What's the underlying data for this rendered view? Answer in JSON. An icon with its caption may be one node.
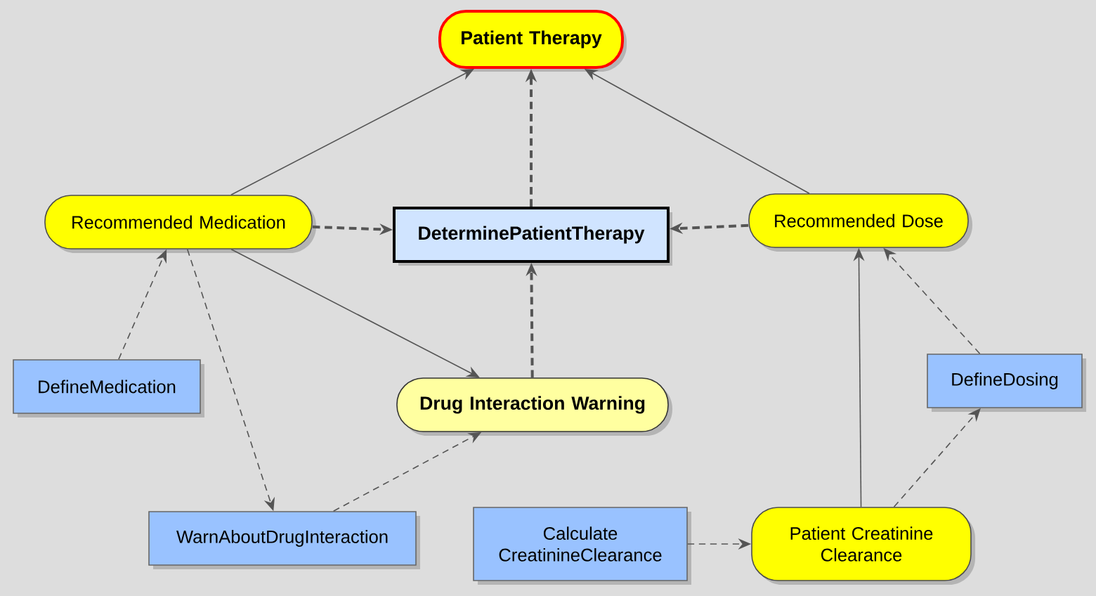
{
  "diagram": {
    "nodes": [
      {
        "text": [
          "Patient Therapy"
        ]
      },
      {
        "text": [
          "Recommended Medication"
        ]
      },
      {
        "text": [
          "DeterminePatientTherapy"
        ]
      },
      {
        "text": [
          "Recommended Dose"
        ]
      },
      {
        "text": [
          "DefineMedication"
        ]
      },
      {
        "text": [
          "DefineDosing"
        ]
      },
      {
        "text": [
          "Drug Interaction Warning"
        ]
      },
      {
        "text": [
          "WarnAboutDrugInteraction"
        ]
      },
      {
        "text": [
          "Calculate CreatinineClearance"
        ]
      },
      {
        "text": [
          "Patient Creatinine Clearance"
        ]
      }
    ],
    "edges": [
      {
        "from": 1,
        "to": 0,
        "arrow": "to"
      },
      {
        "from": 2,
        "to": 0,
        "arrow": "to",
        "style": "dashed"
      },
      {
        "from": 3,
        "to": 0,
        "arrow": "to"
      },
      {
        "from": 1,
        "to": 2,
        "arrow": "to",
        "style": "dashed"
      },
      {
        "from": 3,
        "to": 2,
        "arrow": "to",
        "style": "dashed"
      },
      {
        "from": 4,
        "to": 1,
        "arrow": "to",
        "style": "dashed"
      },
      {
        "from": 1,
        "to": 7,
        "arrow": "to",
        "style": "dashed"
      },
      {
        "from": 1,
        "to": 6,
        "arrow": "to"
      },
      {
        "from": 6,
        "to": 2,
        "arrow": "to",
        "style": "dashed"
      },
      {
        "from": 7,
        "to": 6,
        "arrow": "to",
        "style": "dashed"
      },
      {
        "from": 9,
        "to": 3,
        "arrow": "to"
      },
      {
        "from": 5,
        "to": 3,
        "arrow": "to",
        "style": "dashed"
      },
      {
        "from": 9,
        "to": 5,
        "arrow": "to",
        "style": "dashed"
      },
      {
        "from": 8,
        "to": 9,
        "arrow": "to",
        "style": "dashed"
      }
    ]
  }
}
